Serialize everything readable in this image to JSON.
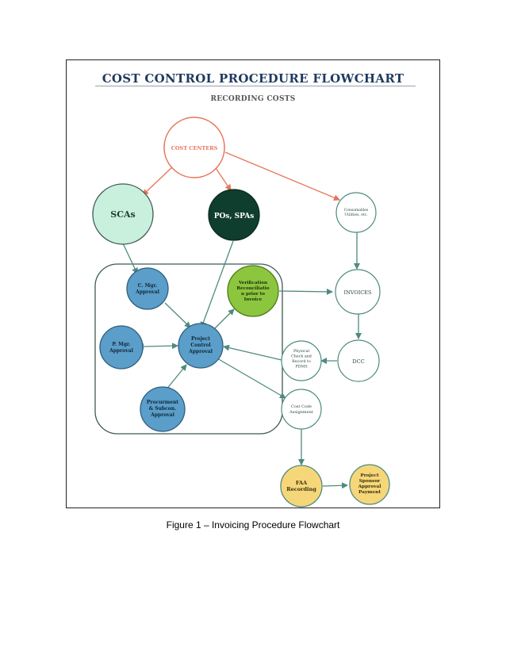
{
  "title": "COST CONTROL PROCEDURE FLOWCHART",
  "subtitle": "RECORDING COSTS",
  "caption": "Figure 1 – Invoicing Procedure Flowchart",
  "nodes": {
    "cost_centers": [
      "COST CENTERS"
    ],
    "scas": [
      "SCAs"
    ],
    "pos_spas": [
      "POs, SPAs"
    ],
    "consumables": [
      "Consumables",
      "Utilities, etc."
    ],
    "c_mgr": [
      "C. Mgr.",
      "Approval"
    ],
    "verification": [
      "Verification",
      "Reconciliatio",
      "n prior to",
      "Invoice"
    ],
    "invoices": [
      "INVOICES"
    ],
    "p_mgr": [
      "P. Mgr.",
      "Approval"
    ],
    "project_control": [
      "Project",
      "Control",
      "Approval"
    ],
    "physical_check": [
      "Physical",
      "Check and",
      "Record to",
      "PDMS"
    ],
    "dcc": [
      "DCC"
    ],
    "procurement": [
      "Procurment",
      "& Subcon.",
      "Approval"
    ],
    "cost_code": [
      "Cost Code",
      "Assignment"
    ],
    "faa": [
      "FAA",
      "Recording"
    ],
    "sponsor": [
      "Project",
      "Sponsor",
      "Approval",
      "Payment"
    ]
  },
  "colors": {
    "title": "#1f3a5f",
    "cost_centers_stroke": "#e8735a",
    "scas_fill": "#c9f0dc",
    "pos_fill": "#0f3d2e",
    "blue_fill": "#5a9ec9",
    "green_fill": "#8cc63f",
    "yellow_fill": "#f5d77a",
    "line": "#4f8a80"
  }
}
